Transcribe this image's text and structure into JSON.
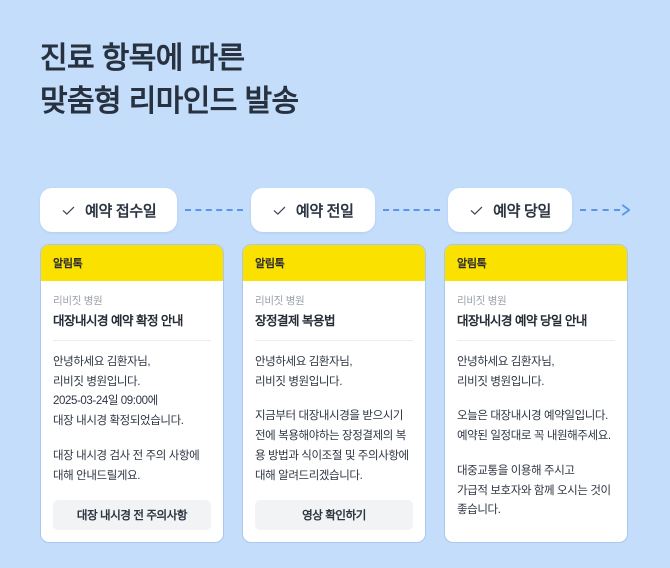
{
  "page": {
    "title": "진료 항목에 따른\n맞춤형 리마인드 발송",
    "background_color": "#c3ddfb",
    "accent_color": "#5b95e8",
    "header_color": "#fae100"
  },
  "steps": [
    {
      "icon": "check-icon",
      "label": "예약 접수일"
    },
    {
      "icon": "check-icon",
      "label": "예약 전일"
    },
    {
      "icon": "check-icon",
      "label": "예약 당일"
    }
  ],
  "cards": [
    {
      "badge": "알림톡",
      "sender": "리비짓 병원",
      "title": "대장내시경 예약 확정 안내",
      "paragraphs": [
        "안녕하세요 김환자님,\n리비짓 병원입니다.\n2025-03-24일 09:00에\n대장 내시경 확정되었습니다.",
        "대장 내시경 검사 전 주의 사항에 대해 안내드릴게요."
      ],
      "button": "대장 내시경 전 주의사항"
    },
    {
      "badge": "알림톡",
      "sender": "리비짓 병원",
      "title": "장정결제 복용법",
      "paragraphs": [
        "안녕하세요 김환자님,\n리비짓 병원입니다.",
        "지금부터 대장내시경을 받으시기 전에 복용해야하는 장정결제의 복용 방법과 식이조절 및 주의사항에 대해 알려드리겠습니다."
      ],
      "button": "영상 확인하기"
    },
    {
      "badge": "알림톡",
      "sender": "리비짓 병원",
      "title": "대장내시경 예약 당일 안내",
      "paragraphs": [
        "안녕하세요 김환자님,\n리비짓 병원입니다.",
        "오늘은 대장내시경 예약일입니다.\n예약된 일정대로 꼭 내원해주세요.",
        "대중교통을 이용해 주시고\n가급적 보호자와 함께 오시는 것이 좋습니다."
      ],
      "button": null
    }
  ]
}
